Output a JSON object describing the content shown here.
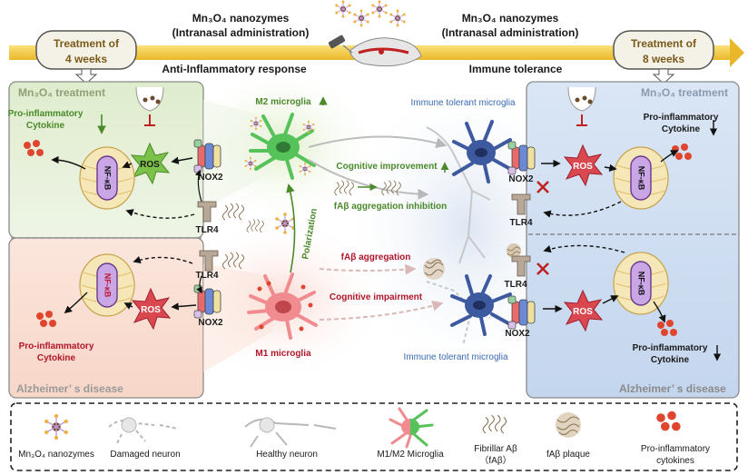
{
  "timeline": {
    "left_badge": [
      "Treatment of",
      "4 weeks"
    ],
    "right_badge": [
      "Treatment of",
      "8 weeks"
    ],
    "left_admin": [
      "Mn₃O₄ nanozymes",
      "(Intranasal administration)"
    ],
    "right_admin": [
      "Mn₃O₄ nanozymes",
      "(Intranasal administration)"
    ],
    "left_response": "Anti-Inflammatory response",
    "right_response": "Immune tolerance"
  },
  "panels": {
    "top_left_title": "Mn₃O₄ treatment",
    "top_right_title": "Mn₃O₄ treatment",
    "bottom_left_title": "Alzheimer’ s disease",
    "bottom_right_title": "Alzheimer’ s disease"
  },
  "labels": {
    "pro_cytokine_tl": [
      "Pro-inflammatory",
      "Cytokine"
    ],
    "pro_cytokine_bl": [
      "Pro-inflammatory",
      "Cytokine"
    ],
    "pro_cytokine_tr": [
      "Pro-inflammatory",
      "Cytokine"
    ],
    "pro_cytokine_br": [
      "Pro-inflammatory",
      "Cytokine"
    ],
    "ros": "ROS",
    "nfkb": "NF-κB",
    "nox2": "NOX2",
    "tlr4": "TLR4",
    "m2": "M2 microglia",
    "m1": "M1 microglia",
    "polarization": "Polarization",
    "immune_top": "Immune tolerant microglia",
    "immune_bottom": "Immune tolerant microglia",
    "cog_improve": "Cognitive improvement",
    "fab_inhibit": "fAβ aggregation inhibition",
    "fab_agg": "fAβ aggregation",
    "cog_impair": "Cognitive impairment"
  },
  "legend": {
    "items": [
      {
        "label": "Mn₃O₄ nanozymes"
      },
      {
        "label": "Damaged neuron"
      },
      {
        "label": "Healthy neuron"
      },
      {
        "label": "M1/M2 Microglia"
      },
      {
        "label": "Fibrillar Aβ",
        "label2": "（fAβ）"
      },
      {
        "label": "fAβ plaque"
      },
      {
        "label": "Pro-inflammatory",
        "label2": "cytokines"
      }
    ]
  },
  "colors": {
    "green_panel": "#e5efd7",
    "red_panel": "#f9e1d6",
    "blue_panel": "#d3e1f3",
    "timeline_yellow": "#f7d04a",
    "ros_green": "#7cc24a",
    "ros_red": "#d9484f",
    "m2_green": "#56c25a",
    "m1_red": "#f08c90",
    "immune_blue": "#3d5aa0",
    "cytokine_red": "#e0452e",
    "nfkb_purple": "#b890d8"
  }
}
